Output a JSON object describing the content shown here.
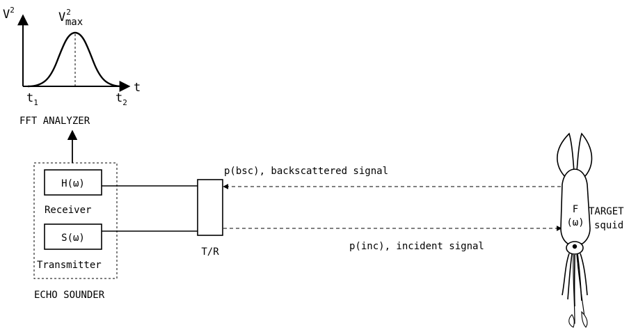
{
  "graph": {
    "y_axis_label": "V",
    "y_axis_sup": "2",
    "peak_label": "V",
    "peak_sup": "2",
    "peak_sub": "max",
    "x_axis_label": "t",
    "t1_label": "t",
    "t1_sub": "1",
    "t2_label": "t",
    "t2_sub": "2",
    "caption": "FFT ANALYZER"
  },
  "echo_sounder": {
    "caption": "ECHO SOUNDER",
    "receiver": {
      "box_label": "H(ω)",
      "label": "Receiver"
    },
    "transmitter": {
      "box_label": "S(ω)",
      "label": "Transmitter"
    }
  },
  "tr_switch": {
    "label": "T/R"
  },
  "signals": {
    "backscattered": "p(bsc), backscattered signal",
    "incident": "p(inc), incident signal"
  },
  "target": {
    "f_label": "F",
    "omega_label": "(ω)",
    "target_label": "TARGET",
    "squid_label": "squid"
  }
}
